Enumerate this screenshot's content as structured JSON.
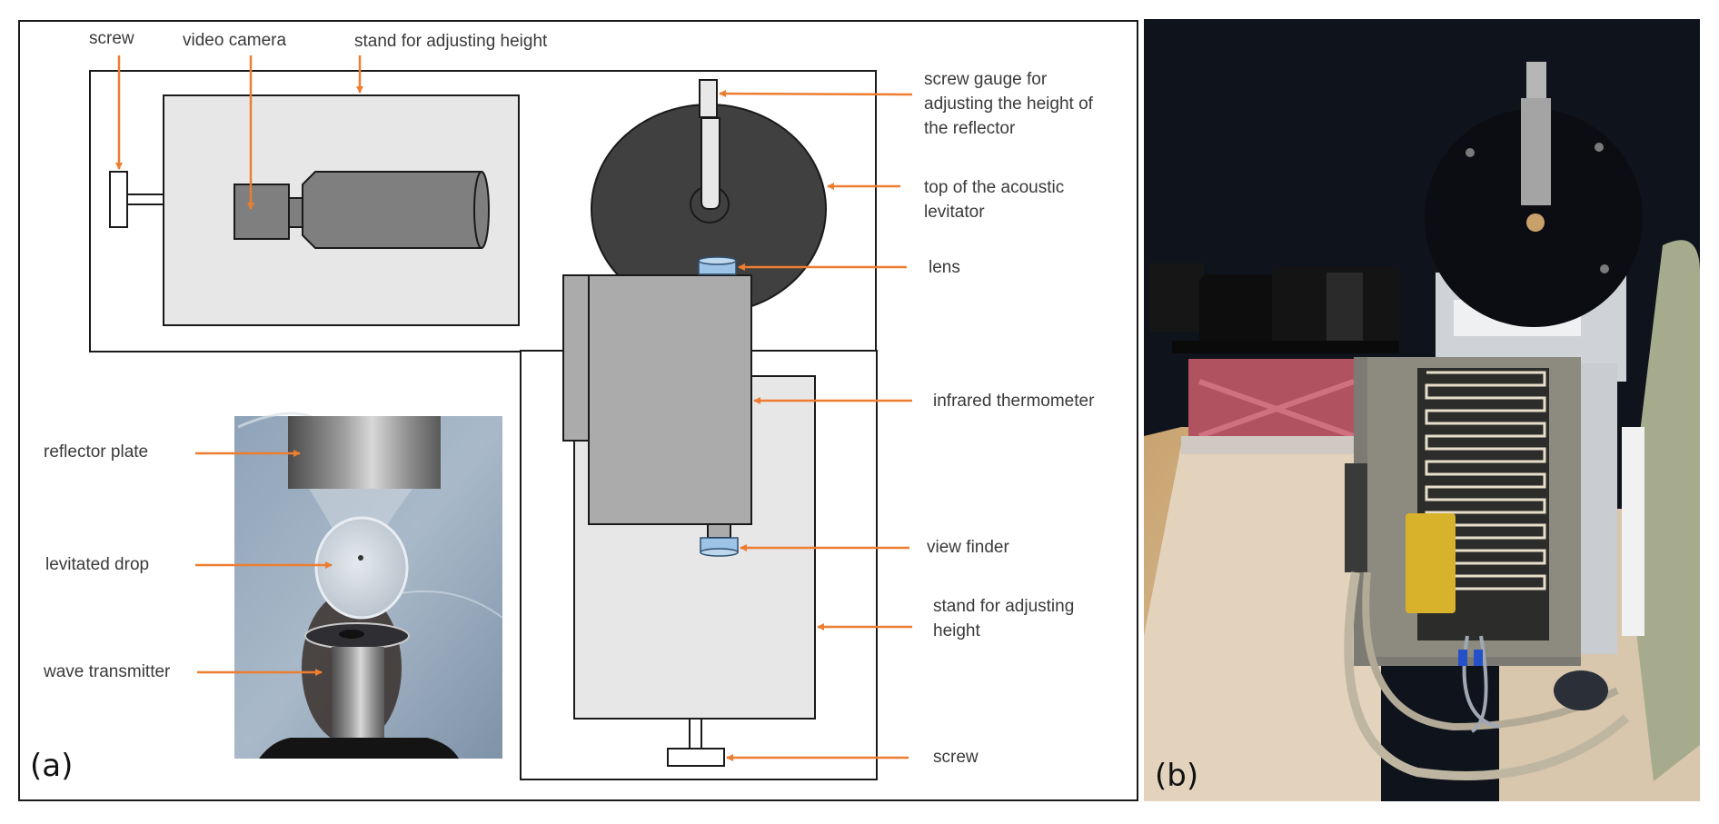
{
  "figure": {
    "panel_a": {
      "tag": "(a)",
      "top_labels": {
        "screw": "screw",
        "video_camera": "video camera",
        "stand_top": "stand for adjusting height"
      },
      "right_labels": {
        "screw_gauge": [
          "screw gauge for",
          "adjusting the height of",
          "the reflector"
        ],
        "levitator_top": [
          "top of the acoustic",
          "levitator"
        ],
        "lens": "lens",
        "infrared_thermometer": "infrared thermometer",
        "view_finder": "view finder",
        "stand_bottom": [
          "stand for adjusting",
          "height"
        ],
        "screw_bottom": "screw"
      },
      "inset_labels": {
        "reflector_plate": "reflector plate",
        "levitated_drop": "levitated drop",
        "wave_transmitter": "wave transmitter"
      }
    },
    "panel_b": {
      "tag": "(b)"
    },
    "colors": {
      "arrow": "#ED7D31",
      "outline": "#1a1a1a",
      "stand_fill": "#e7e7e7",
      "camera_fill": "#7f7f7f",
      "levitator_fill": "#404040",
      "thermometer_fill": "#ababab",
      "lens_fill": "#9dc3e6"
    }
  }
}
